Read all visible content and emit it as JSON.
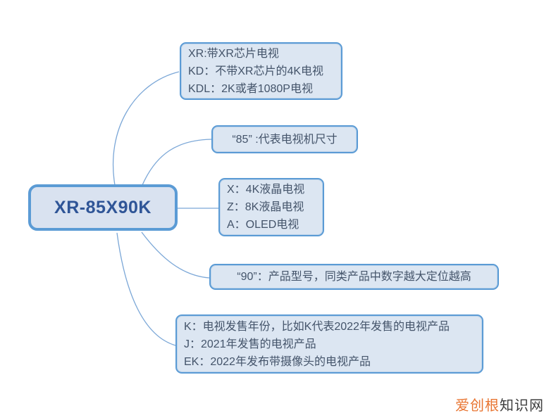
{
  "root": {
    "label": "XR-85X90K"
  },
  "branches": [
    {
      "name": "prefix-meaning",
      "lines": [
        "XR:带XR芯片电视",
        "KD：不带XR芯片的4K电视",
        "KDL：2K或者1080P电视"
      ]
    },
    {
      "name": "screen-size",
      "lines": [
        "“85” :代表电视机尺寸"
      ]
    },
    {
      "name": "panel-type",
      "lines": [
        "X：4K液晶电视",
        "Z：8K液晶电视",
        "A：OLED电视"
      ]
    },
    {
      "name": "model-number",
      "lines": [
        "“90”：产品型号，同类产品中数字越大定位越高"
      ]
    },
    {
      "name": "release-year",
      "lines": [
        "K：电视发售年份，比如K代表2022年发售的电视产品",
        "J：2021年发售的电视产品",
        "EK：2022年发布带摄像头的电视产品"
      ]
    }
  ],
  "watermark": {
    "brand": "爱创根",
    "suffix": "知识网"
  },
  "colors": {
    "border_blue": "#5b9bd5",
    "box_fill": "#dce6f2",
    "root_fill": "#d9e2f0",
    "root_text": "#2f5597",
    "box_text": "#44546a",
    "connector_line": "#7ba7d7",
    "watermark_orange": "#e87532",
    "watermark_dark": "#3d3d3d"
  }
}
